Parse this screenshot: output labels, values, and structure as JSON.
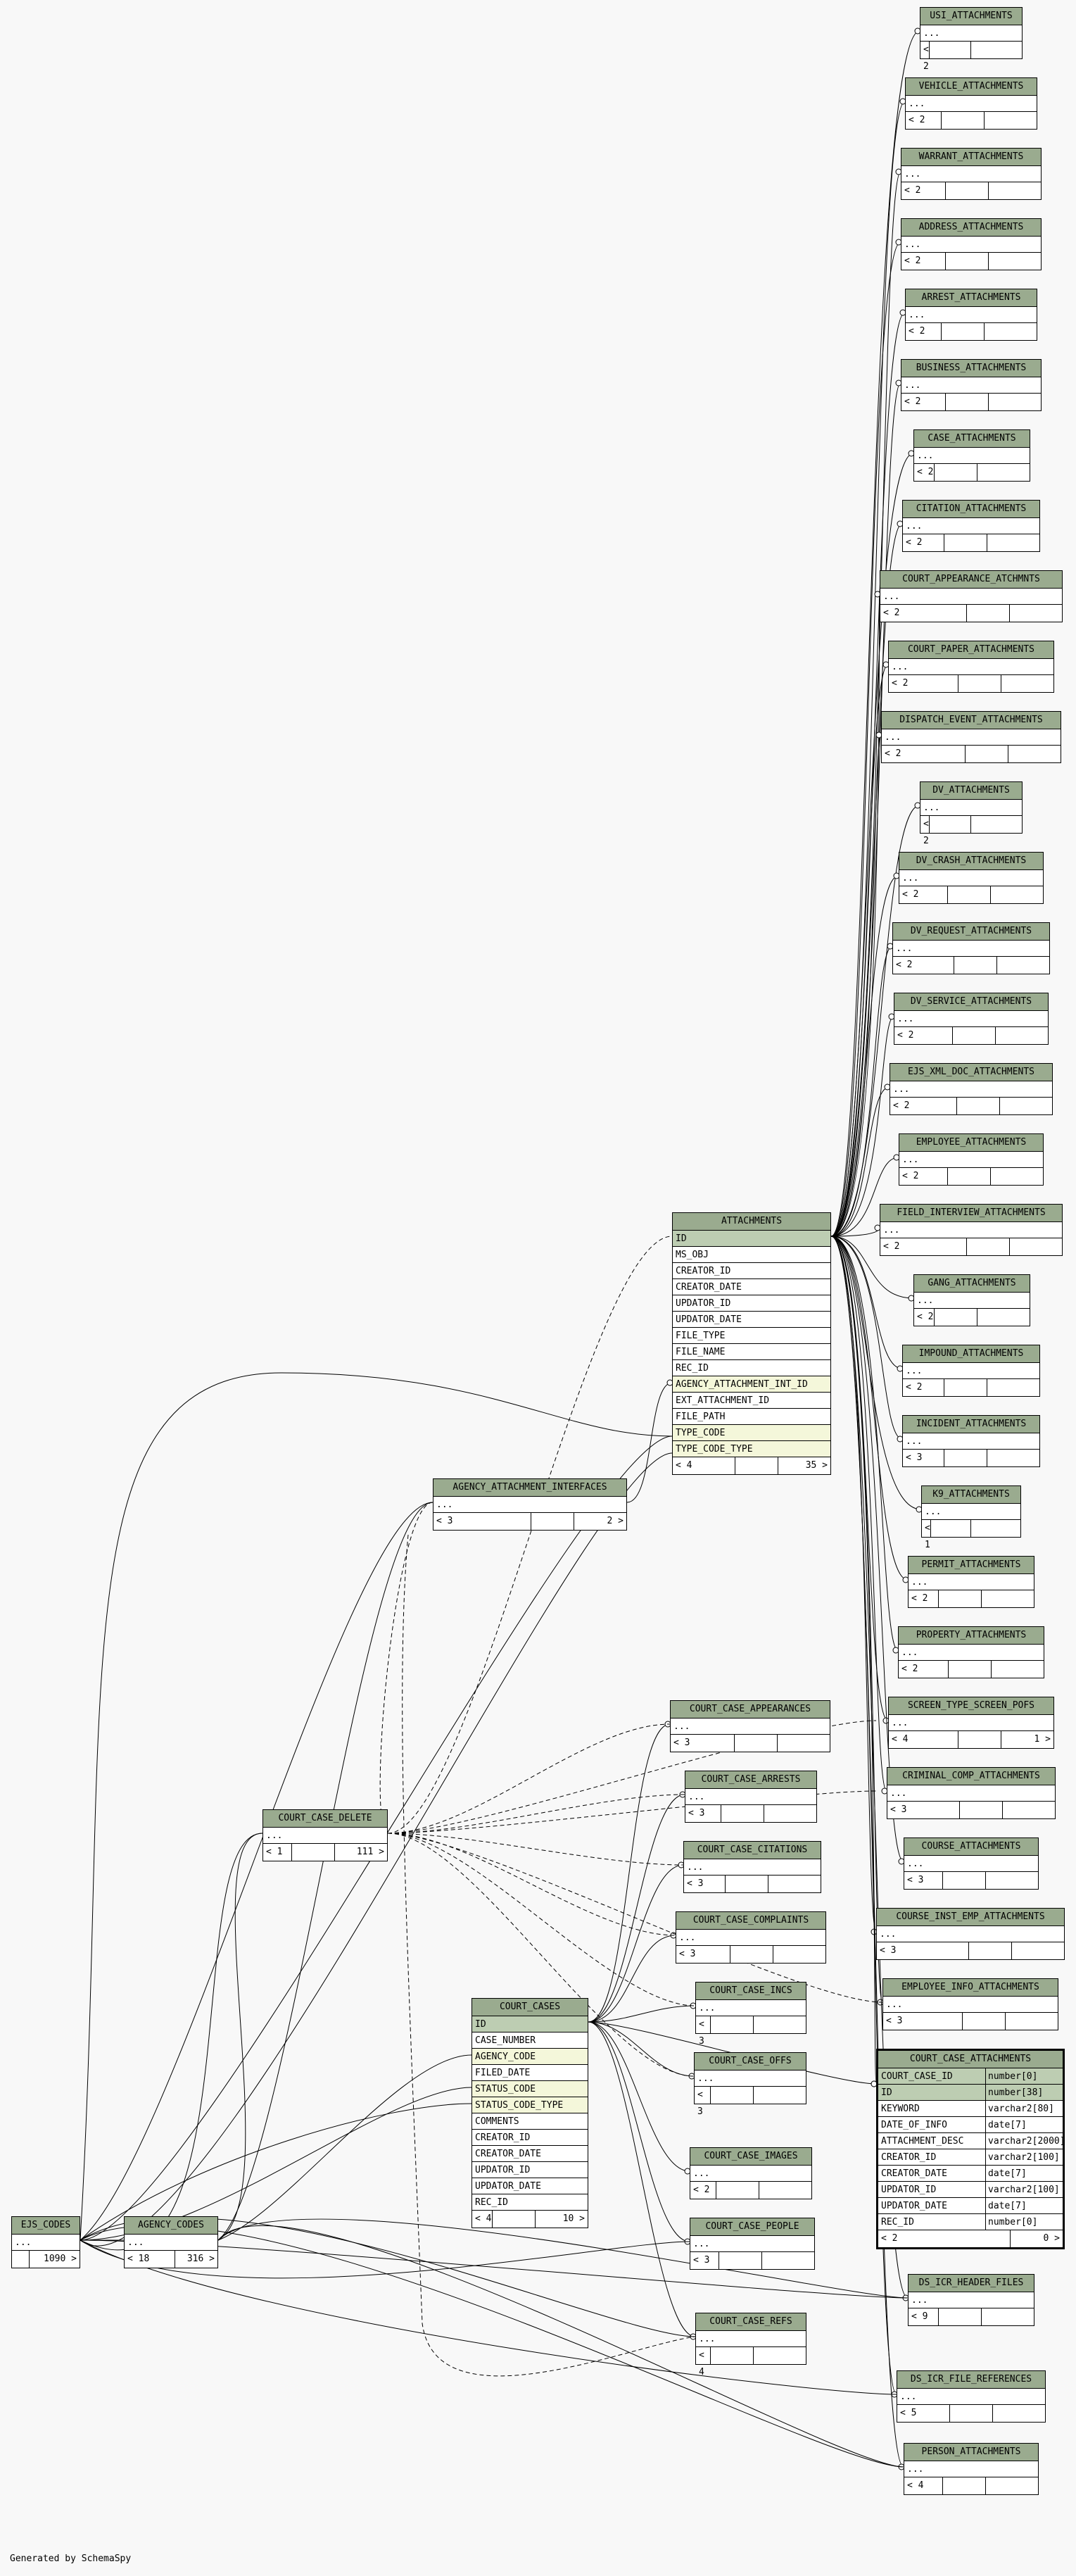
{
  "footer": {
    "generated_by": "Generated by SchemaSpy"
  },
  "colors": {
    "header": "#9aab8f",
    "primary_key": "#bdcdb2",
    "foreign_key": "#f4f7da",
    "background": "#f8f8f8"
  },
  "tables": [
    {
      "name": "USI_ATTACHMENTS",
      "body": "...",
      "left": "< 2",
      "right": ""
    },
    {
      "name": "VEHICLE_ATTACHMENTS",
      "body": "...",
      "left": "< 2",
      "right": ""
    },
    {
      "name": "WARRANT_ATTACHMENTS",
      "body": "...",
      "left": "< 2",
      "right": ""
    },
    {
      "name": "ADDRESS_ATTACHMENTS",
      "body": "...",
      "left": "< 2",
      "right": ""
    },
    {
      "name": "ARREST_ATTACHMENTS",
      "body": "...",
      "left": "< 2",
      "right": ""
    },
    {
      "name": "BUSINESS_ATTACHMENTS",
      "body": "...",
      "left": "< 2",
      "right": ""
    },
    {
      "name": "CASE_ATTACHMENTS",
      "body": "...",
      "left": "< 2",
      "right": ""
    },
    {
      "name": "CITATION_ATTACHMENTS",
      "body": "...",
      "left": "< 2",
      "right": ""
    },
    {
      "name": "COURT_APPEARANCE_ATCHMNTS",
      "body": "...",
      "left": "< 2",
      "right": ""
    },
    {
      "name": "COURT_PAPER_ATTACHMENTS",
      "body": "...",
      "left": "< 2",
      "right": ""
    },
    {
      "name": "DISPATCH_EVENT_ATTACHMENTS",
      "body": "...",
      "left": "< 2",
      "right": ""
    },
    {
      "name": "DV_ATTACHMENTS",
      "body": "...",
      "left": "< 2",
      "right": ""
    },
    {
      "name": "DV_CRASH_ATTACHMENTS",
      "body": "...",
      "left": "< 2",
      "right": ""
    },
    {
      "name": "DV_REQUEST_ATTACHMENTS",
      "body": "...",
      "left": "< 2",
      "right": ""
    },
    {
      "name": "DV_SERVICE_ATTACHMENTS",
      "body": "...",
      "left": "< 2",
      "right": ""
    },
    {
      "name": "EJS_XML_DOC_ATTACHMENTS",
      "body": "...",
      "left": "< 2",
      "right": ""
    },
    {
      "name": "EMPLOYEE_ATTACHMENTS",
      "body": "...",
      "left": "< 2",
      "right": ""
    },
    {
      "name": "FIELD_INTERVIEW_ATTACHMENTS",
      "body": "...",
      "left": "< 2",
      "right": ""
    },
    {
      "name": "GANG_ATTACHMENTS",
      "body": "...",
      "left": "< 2",
      "right": ""
    },
    {
      "name": "IMPOUND_ATTACHMENTS",
      "body": "...",
      "left": "< 2",
      "right": ""
    },
    {
      "name": "INCIDENT_ATTACHMENTS",
      "body": "...",
      "left": "< 3",
      "right": ""
    },
    {
      "name": "K9_ATTACHMENTS",
      "body": "...",
      "left": "< 1",
      "right": ""
    },
    {
      "name": "PERMIT_ATTACHMENTS",
      "body": "...",
      "left": "< 2",
      "right": ""
    },
    {
      "name": "PROPERTY_ATTACHMENTS",
      "body": "...",
      "left": "< 2",
      "right": ""
    },
    {
      "name": "SCREEN_TYPE_SCREEN_POFS",
      "body": "...",
      "left": "< 4",
      "right": "1 >"
    },
    {
      "name": "CRIMINAL_COMP_ATTACHMENTS",
      "body": "...",
      "left": "< 3",
      "right": ""
    },
    {
      "name": "COURSE_ATTACHMENTS",
      "body": "...",
      "left": "< 3",
      "right": ""
    },
    {
      "name": "COURSE_INST_EMP_ATTACHMENTS",
      "body": "...",
      "left": "< 3",
      "right": ""
    },
    {
      "name": "EMPLOYEE_INFO_ATTACHMENTS",
      "body": "...",
      "left": "< 3",
      "right": ""
    },
    {
      "name": "COURT_CASE_APPEARANCES",
      "body": "...",
      "left": "< 3",
      "right": ""
    },
    {
      "name": "COURT_CASE_ARRESTS",
      "body": "...",
      "left": "< 3",
      "right": ""
    },
    {
      "name": "COURT_CASE_CITATIONS",
      "body": "...",
      "left": "< 3",
      "right": ""
    },
    {
      "name": "COURT_CASE_COMPLAINTS",
      "body": "...",
      "left": "< 3",
      "right": ""
    },
    {
      "name": "COURT_CASE_INCS",
      "body": "...",
      "left": "< 3",
      "right": ""
    },
    {
      "name": "COURT_CASE_OFFS",
      "body": "...",
      "left": "< 3",
      "right": ""
    },
    {
      "name": "COURT_CASE_IMAGES",
      "body": "...",
      "left": "< 2",
      "right": ""
    },
    {
      "name": "COURT_CASE_PEOPLE",
      "body": "...",
      "left": "< 3",
      "right": ""
    },
    {
      "name": "COURT_CASE_REFS",
      "body": "...",
      "left": "< 4",
      "right": ""
    },
    {
      "name": "DS_ICR_HEADER_FILES",
      "body": "...",
      "left": "< 9",
      "right": ""
    },
    {
      "name": "DS_ICR_FILE_REFERENCES",
      "body": "...",
      "left": "< 5",
      "right": ""
    },
    {
      "name": "PERSON_ATTACHMENTS",
      "body": "...",
      "left": "< 4",
      "right": ""
    },
    {
      "name": "AGENCY_ATTACHMENT_INTERFACES",
      "body": "...",
      "left": "< 3",
      "right": "2 >"
    },
    {
      "name": "COURT_CASE_DELETE",
      "body": "...",
      "left": "< 1",
      "right": "111 >"
    },
    {
      "name": "EJS_CODES",
      "body": "...",
      "left": "",
      "right": "1090 >"
    },
    {
      "name": "AGENCY_CODES",
      "body": "...",
      "left": "< 18",
      "right": "316 >"
    }
  ],
  "attachments": {
    "name": "ATTACHMENTS",
    "columns": [
      {
        "name": "ID",
        "kind": "pk"
      },
      {
        "name": "MS_OBJ",
        "kind": ""
      },
      {
        "name": "CREATOR_ID",
        "kind": ""
      },
      {
        "name": "CREATOR_DATE",
        "kind": ""
      },
      {
        "name": "UPDATOR_ID",
        "kind": ""
      },
      {
        "name": "UPDATOR_DATE",
        "kind": ""
      },
      {
        "name": "FILE_TYPE",
        "kind": ""
      },
      {
        "name": "FILE_NAME",
        "kind": ""
      },
      {
        "name": "REC_ID",
        "kind": ""
      },
      {
        "name": "AGENCY_ATTACHMENT_INT_ID",
        "kind": "fk"
      },
      {
        "name": "EXT_ATTACHMENT_ID",
        "kind": ""
      },
      {
        "name": "FILE_PATH",
        "kind": ""
      },
      {
        "name": "TYPE_CODE",
        "kind": "fk"
      },
      {
        "name": "TYPE_CODE_TYPE",
        "kind": "fk"
      }
    ],
    "left": "< 4",
    "right": "35 >"
  },
  "court_cases": {
    "name": "COURT_CASES",
    "columns": [
      {
        "name": "ID",
        "kind": "pk"
      },
      {
        "name": "CASE_NUMBER",
        "kind": ""
      },
      {
        "name": "AGENCY_CODE",
        "kind": "fk"
      },
      {
        "name": "FILED_DATE",
        "kind": ""
      },
      {
        "name": "STATUS_CODE",
        "kind": "fk"
      },
      {
        "name": "STATUS_CODE_TYPE",
        "kind": "fk"
      },
      {
        "name": "COMMENTS",
        "kind": ""
      },
      {
        "name": "CREATOR_ID",
        "kind": ""
      },
      {
        "name": "CREATOR_DATE",
        "kind": ""
      },
      {
        "name": "UPDATOR_ID",
        "kind": ""
      },
      {
        "name": "UPDATOR_DATE",
        "kind": ""
      },
      {
        "name": "REC_ID",
        "kind": ""
      }
    ],
    "left": "< 4",
    "right": "10 >"
  },
  "court_case_attachments": {
    "name": "COURT_CASE_ATTACHMENTS",
    "columns": [
      {
        "name": "COURT_CASE_ID",
        "type": "number[0]",
        "kind": "pk"
      },
      {
        "name": "ID",
        "type": "number[38]",
        "kind": "pk"
      },
      {
        "name": "KEYWORD",
        "type": "varchar2[80]",
        "kind": ""
      },
      {
        "name": "DATE_OF_INFO",
        "type": "date[7]",
        "kind": ""
      },
      {
        "name": "ATTACHMENT_DESC",
        "type": "varchar2[2000]",
        "kind": ""
      },
      {
        "name": "CREATOR_ID",
        "type": "varchar2[100]",
        "kind": ""
      },
      {
        "name": "CREATOR_DATE",
        "type": "date[7]",
        "kind": ""
      },
      {
        "name": "UPDATOR_ID",
        "type": "varchar2[100]",
        "kind": ""
      },
      {
        "name": "UPDATOR_DATE",
        "type": "date[7]",
        "kind": ""
      },
      {
        "name": "REC_ID",
        "type": "number[0]",
        "kind": ""
      }
    ],
    "left": "< 2",
    "right": "0 >"
  }
}
